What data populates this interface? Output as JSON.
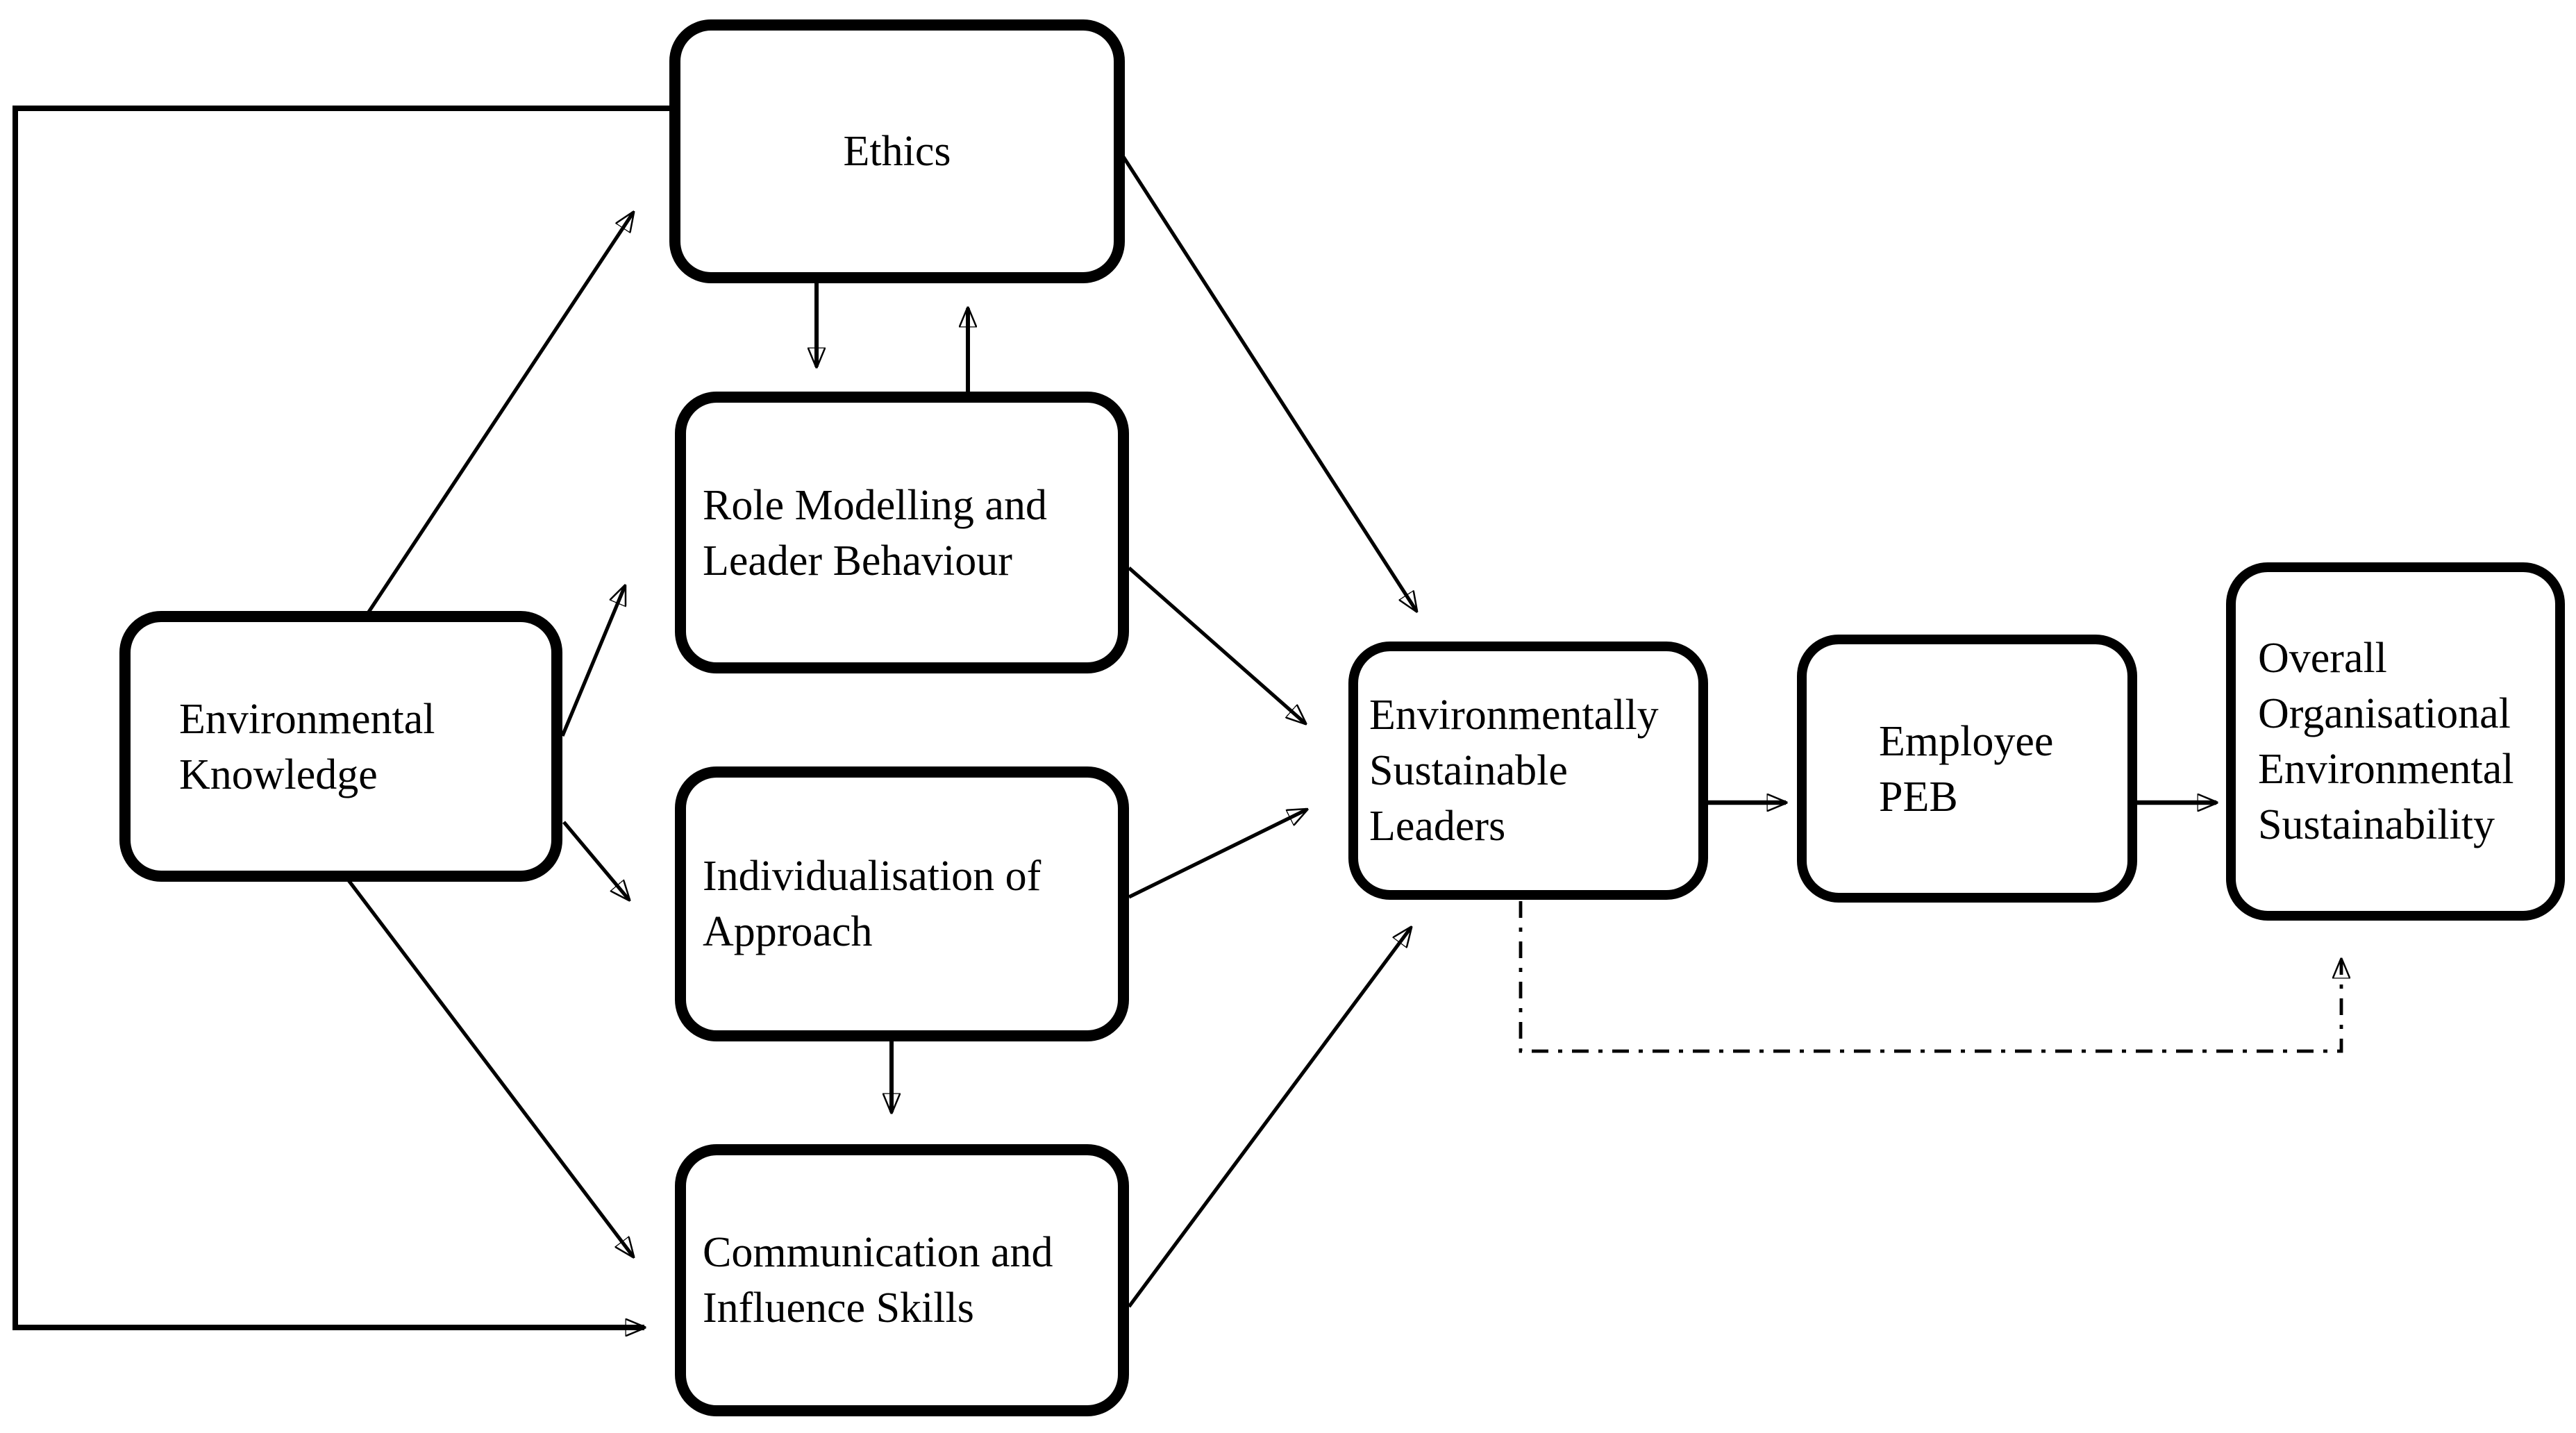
{
  "figure": {
    "background_color": "#ffffff",
    "line_color": "#000000",
    "box_fill_color": "#ffffff",
    "nodes": [
      {
        "id": "environmental-knowledge",
        "label": "Environmental Knowledge"
      },
      {
        "id": "ethics",
        "label": "Ethics"
      },
      {
        "id": "role-modelling-and-leader-behaviour",
        "label": "Role Modelling and Leader Behaviour"
      },
      {
        "id": "individualisation-of-approach",
        "label": "Individualisation of Approach"
      },
      {
        "id": "communication-and-influence-skills",
        "label": "Communication and Influence Skills"
      },
      {
        "id": "environmentally-sustainable-leaders",
        "label": "Environmentally Sustainable Leaders"
      },
      {
        "id": "employee-peb",
        "label": "Employee PEB"
      },
      {
        "id": "overall-organisational-environmental-sustainability",
        "label": "Overall Organisational Environmental Sustainability"
      }
    ],
    "edges": [
      {
        "from": "environmental-knowledge",
        "to": "ethics",
        "style": "solid-arrow"
      },
      {
        "from": "environmental-knowledge",
        "to": "role-modelling-and-leader-behaviour",
        "style": "solid-arrow"
      },
      {
        "from": "environmental-knowledge",
        "to": "individualisation-of-approach",
        "style": "solid-arrow"
      },
      {
        "from": "environmental-knowledge",
        "to": "communication-and-influence-skills",
        "style": "solid-arrow"
      },
      {
        "from": "ethics",
        "to": "role-modelling-and-leader-behaviour",
        "style": "solid-arrow"
      },
      {
        "from": "role-modelling-and-leader-behaviour",
        "to": "ethics",
        "style": "solid-arrow"
      },
      {
        "from": "ethics",
        "to": "communication-and-influence-skills",
        "style": "solid-arrow-routed-left"
      },
      {
        "from": "individualisation-of-approach",
        "to": "communication-and-influence-skills",
        "style": "solid-arrow"
      },
      {
        "from": "ethics",
        "to": "environmentally-sustainable-leaders",
        "style": "solid-arrow"
      },
      {
        "from": "role-modelling-and-leader-behaviour",
        "to": "environmentally-sustainable-leaders",
        "style": "solid-arrow"
      },
      {
        "from": "individualisation-of-approach",
        "to": "environmentally-sustainable-leaders",
        "style": "solid-arrow"
      },
      {
        "from": "communication-and-influence-skills",
        "to": "environmentally-sustainable-leaders",
        "style": "solid-arrow"
      },
      {
        "from": "environmentally-sustainable-leaders",
        "to": "employee-peb",
        "style": "solid-arrow"
      },
      {
        "from": "employee-peb",
        "to": "overall-organisational-environmental-sustainability",
        "style": "solid-arrow"
      },
      {
        "from": "environmentally-sustainable-leaders",
        "to": "overall-organisational-environmental-sustainability",
        "style": "dash-dot-arrow"
      }
    ]
  }
}
